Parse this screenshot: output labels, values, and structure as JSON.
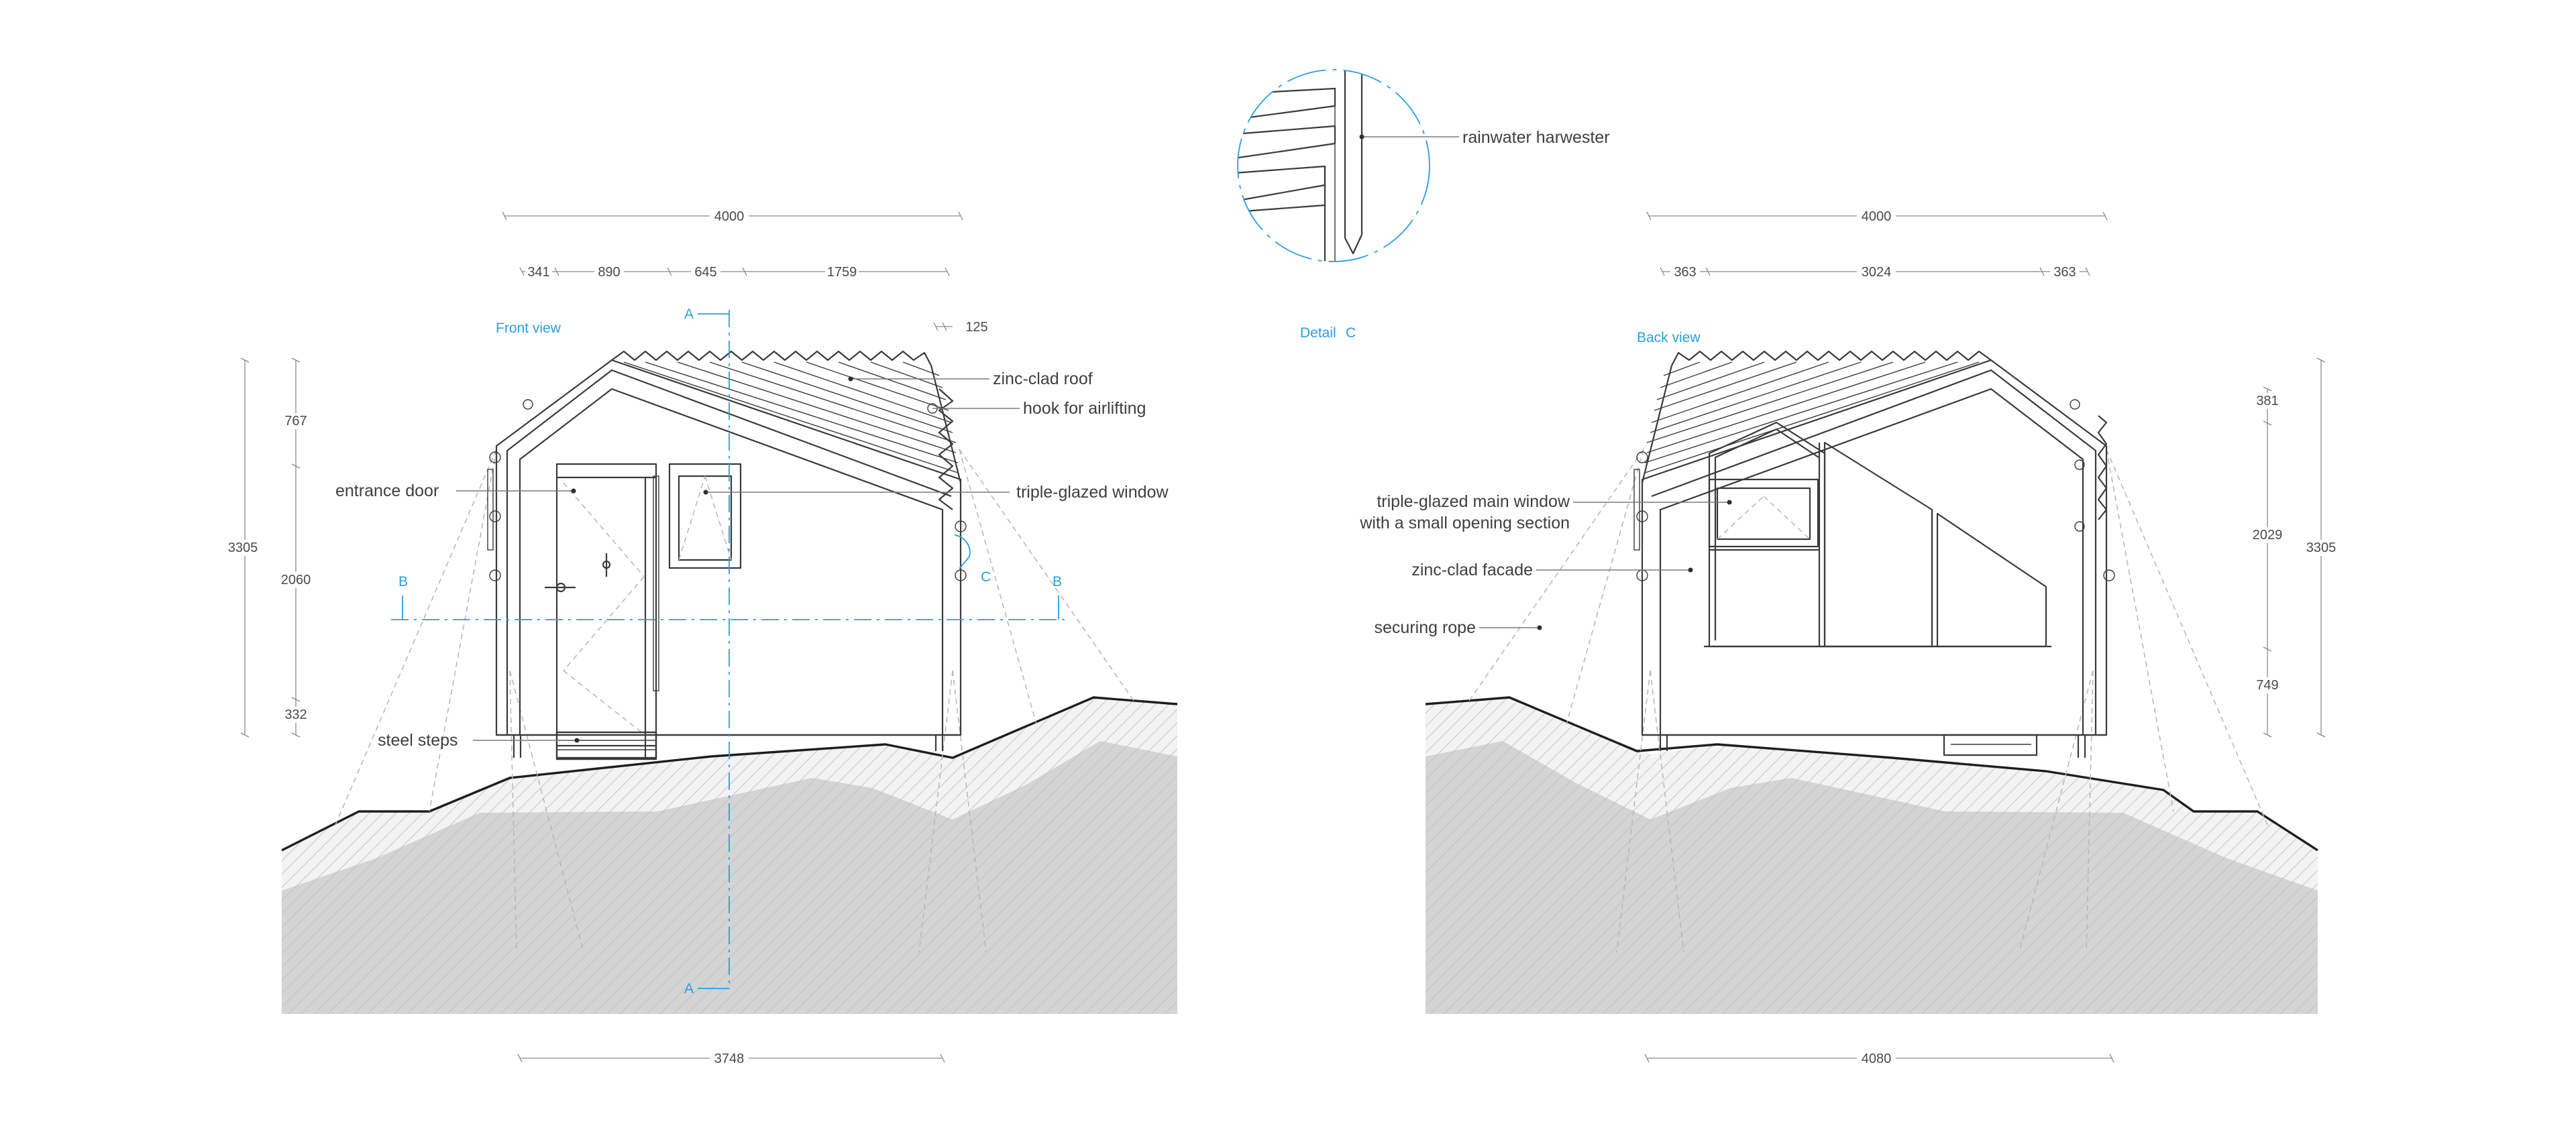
{
  "front_view": {
    "title": "Front view",
    "labels": {
      "zinc_roof": "zinc-clad roof",
      "hook": "hook for airlifting",
      "window": "triple-glazed window",
      "door": "entrance door",
      "steps": "steel steps"
    },
    "section_marks": {
      "a_top": "A",
      "a_bottom": "A",
      "b_left": "B",
      "b_right": "B",
      "detail": "C"
    },
    "dims": {
      "overall_width": "4000",
      "segments": [
        "341",
        "890",
        "645",
        "1759"
      ],
      "small_right": "125",
      "height_total": "3305",
      "height_upper": "767",
      "height_mid": "2060",
      "height_lower": "332",
      "base_width": "3748"
    }
  },
  "detail": {
    "title": "Detail",
    "mark": "C",
    "label": "rainwater harwester"
  },
  "back_view": {
    "title": "Back view",
    "labels": {
      "main_window_line1": "triple-glazed main window",
      "main_window_line2": "with a small opening section",
      "facade": "zinc-clad facade",
      "rope": "securing rope"
    },
    "dims": {
      "overall_width": "4000",
      "segments": [
        "363",
        "3024",
        "363"
      ],
      "height_upper": "381",
      "height_mid": "2029",
      "height_lower": "749",
      "height_total": "3305",
      "base_width": "4080"
    }
  },
  "colors": {
    "accent_blue": "#2a9fe0",
    "line": "#3a3a3a",
    "ground_fill": "#d6d6d6",
    "ground_hatch": "#f1f1f1"
  }
}
